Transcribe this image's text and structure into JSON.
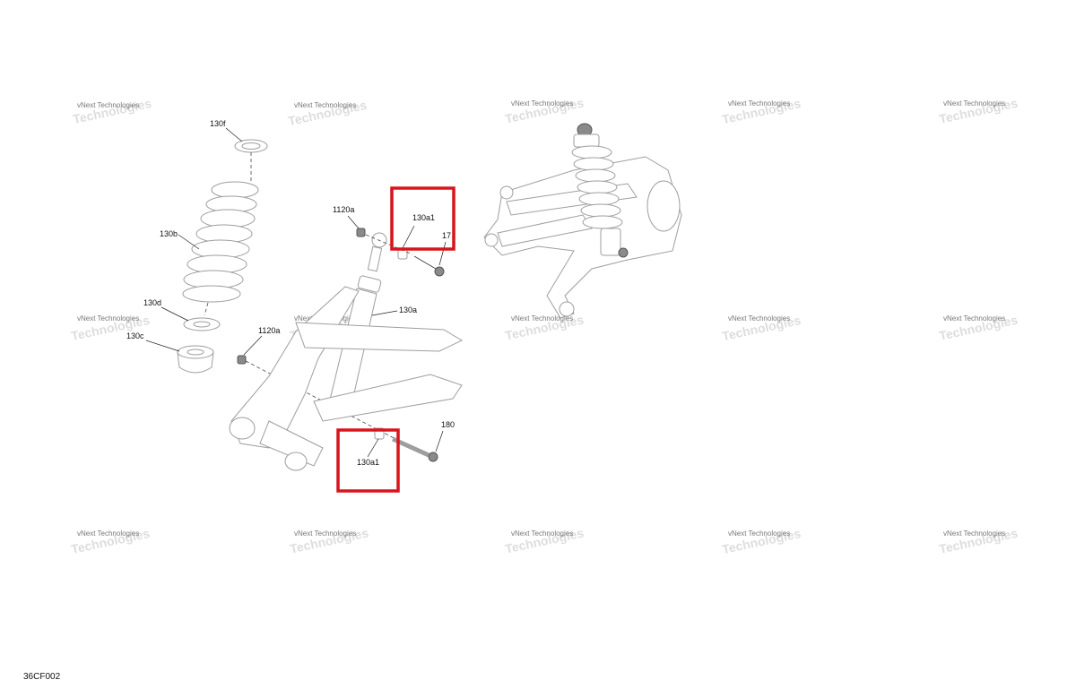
{
  "figure_code": "36CF002",
  "watermark": {
    "line1": "vNext Technologies",
    "line2": "Technologies"
  },
  "callouts": {
    "c130f": "130f",
    "c130b": "130b",
    "c130d": "130d",
    "c130c": "130c",
    "c1120a_top": "1120a",
    "c1120a_mid": "1120a",
    "c130a1_top": "130a1",
    "c17": "17",
    "c130a": "130a",
    "c180": "180",
    "c130a1_bottom": "130a1"
  },
  "highlight_color": "#d9141b"
}
